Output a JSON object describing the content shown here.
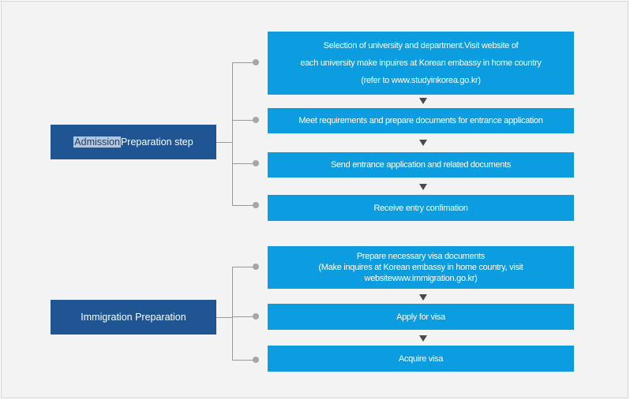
{
  "sections": [
    {
      "title_highlight": "Admission",
      "title_rest": " Preparation step",
      "steps": [
        {
          "lines": [
            "Selection of university and department.Visit website of",
            "each university make inpuires at Korean embassy in home country",
            "(refer to www.studyinkorea.go.kr)"
          ]
        },
        {
          "lines": [
            "Meet requirements and prepare documents for entrance application"
          ]
        },
        {
          "lines": [
            "Send entrance application and related documents"
          ]
        },
        {
          "lines": [
            "Receive entry confimation"
          ]
        }
      ]
    },
    {
      "title_highlight": "",
      "title_rest": "Immigration Preparation",
      "steps": [
        {
          "lines": [
            "Prepare necessary visa documents",
            "(Make inquires at Korean embassy in home country, visit",
            "websitewww.immigration.go.kr)"
          ]
        },
        {
          "lines": [
            "Apply for visa"
          ]
        },
        {
          "lines": [
            "Acquire visa"
          ]
        }
      ]
    }
  ],
  "colors": {
    "label_bg": "#1f5593",
    "step_bg": "#0b9de0",
    "connector": "#9a9a9a",
    "arrow": "#4a4a4a"
  }
}
